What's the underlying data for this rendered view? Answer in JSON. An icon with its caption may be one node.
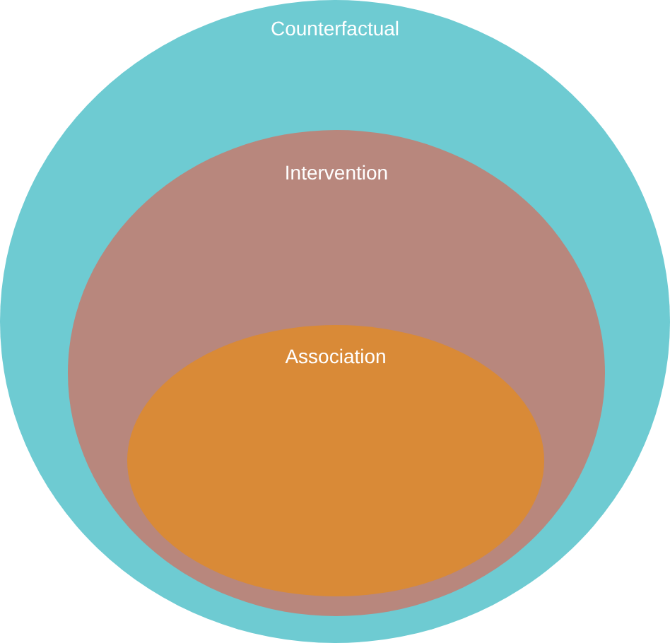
{
  "diagram": {
    "nodes": [
      {
        "text": [
          "Counterfactual"
        ]
      },
      {
        "text": [
          "Intervention"
        ],
        "in": 0
      },
      {
        "text": [
          "Association"
        ],
        "in": 1
      }
    ]
  }
}
